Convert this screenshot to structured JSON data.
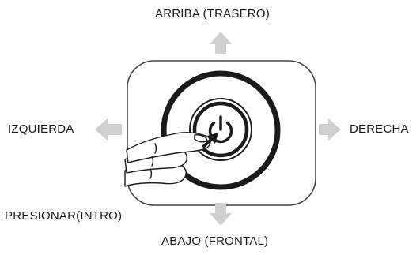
{
  "labels": {
    "up": "ARRIBA (TRASERO)",
    "left": "IZQUIERDA",
    "right": "DERECHA",
    "press": "PRESIONAR(INTRO)",
    "down": "ABAJO (FRONTAL)"
  },
  "icons": {
    "center": "power-icon",
    "arrows": [
      "arrow-up-icon",
      "arrow-left-icon",
      "arrow-right-icon",
      "arrow-down-icon"
    ],
    "hand": "pressing-hand-icon"
  },
  "colors": {
    "arrow": "#cfcfcf",
    "outline": "#222222",
    "text": "#1a1a1a"
  }
}
